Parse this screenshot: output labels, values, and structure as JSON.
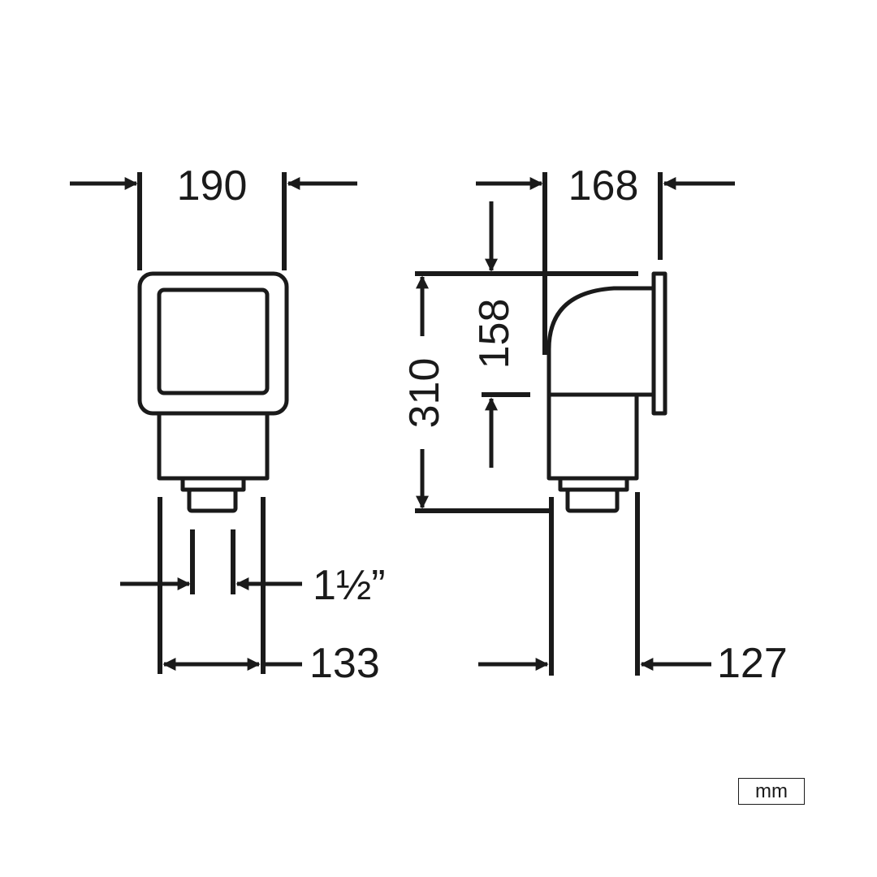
{
  "front_view": {
    "width_label": "190",
    "thread_label": "1½”",
    "base_width_label": "133"
  },
  "side_view": {
    "depth_label": "168",
    "height_label": "310",
    "inlet_height_label": "158",
    "base_depth_label": "127"
  },
  "units": "mm",
  "colors": {
    "line": "#1a1a1a",
    "background": "#ffffff"
  }
}
